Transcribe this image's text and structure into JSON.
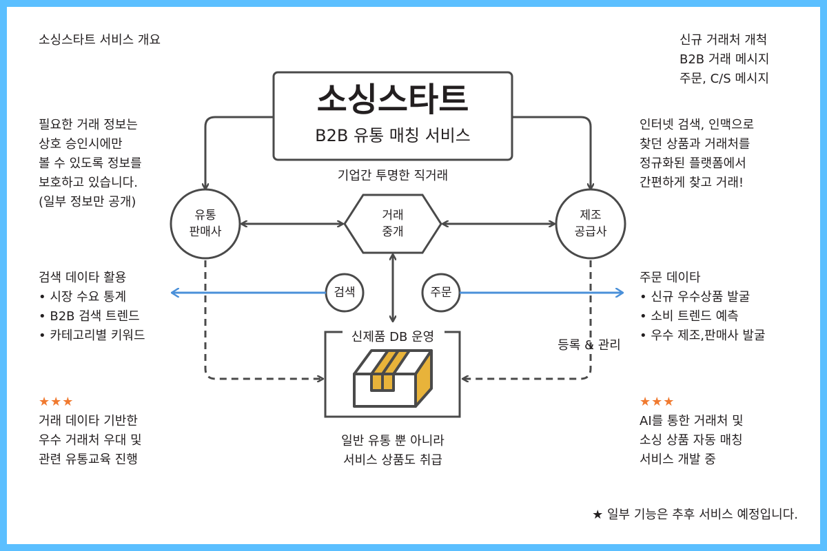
{
  "header": {
    "overview_label": "소싱스타트 서비스 개요"
  },
  "top_right": {
    "lines": [
      "신규 거래처 개척",
      "B2B 거래 메시지",
      "주문, C/S 메시지"
    ]
  },
  "title_box": {
    "title": "소싱스타트",
    "subtitle": "B2B 유통 매칭 서비스"
  },
  "left_info": {
    "lines": [
      "필요한 거래 정보는",
      "상호 승인시에만",
      "볼 수 있도록 정보를",
      "보호하고 있습니다.",
      "(일부 정보만 공개)"
    ]
  },
  "right_info": {
    "lines": [
      "인터넷 검색, 인맥으로",
      "찾던 상품과 거래처를",
      "정규화된 플랫폼에서",
      "간편하게 찾고 거래!"
    ]
  },
  "direct_trade": "기업간 투명한 직거래",
  "nodes": {
    "seller": [
      "유통",
      "판매사"
    ],
    "broker": [
      "거래",
      "중개"
    ],
    "supplier": [
      "제조",
      "공급사"
    ],
    "search": "검색",
    "order": "주문"
  },
  "search_data": {
    "title": "검색 데이타 활용",
    "items": [
      "• 시장 수요 통계",
      "• B2B 검색 트렌드",
      "• 카테고리별 키워드"
    ]
  },
  "order_data": {
    "title": "주문 데이타",
    "items": [
      "• 신규 우수상품 발굴",
      "• 소비 트렌드 예측",
      "• 우수 제조,판매사 발굴"
    ]
  },
  "db": {
    "label": "신제품 DB 운영",
    "caption": [
      "일반 유통 뿐 아니라",
      "서비스 상품도 취급"
    ]
  },
  "register_label": "등록 & 관리",
  "future_left": {
    "stars": "★★★",
    "lines": [
      "거래 데이타 기반한",
      "우수 거래처 우대 및",
      "관련 유통교육 진행"
    ]
  },
  "future_right": {
    "stars": "★★★",
    "lines": [
      "AI를 통한 거래처 및",
      "소싱 상품 자동 매칭",
      "서비스 개발 중"
    ]
  },
  "footnote": "★ 일부 기능은 추후 서비스 예정입니다.",
  "colors": {
    "frame": "#5bbfff",
    "line": "#4a4a4a",
    "blue": "#4a90d9",
    "star": "#f07a30",
    "box_fill": "#e8b33a"
  }
}
